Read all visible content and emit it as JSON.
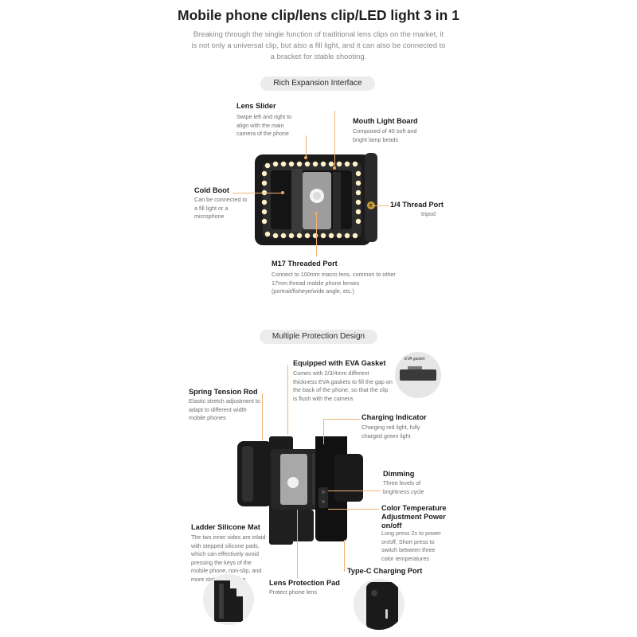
{
  "header": {
    "title": "Mobile phone clip/lens clip/LED light 3 in 1",
    "description": "Breaking through the single function of traditional lens clips on the market, it is not only a universal clip, but also a fill light, and it can also be connected to a bracket for stable shooting."
  },
  "section1": {
    "title": "Rich Expansion Interface",
    "callouts": {
      "lens_slider": {
        "title": "Lens Slider",
        "desc": "Swipe left and right to align with the main camera of the phone"
      },
      "mouth_light": {
        "title": "Mouth Light Board",
        "desc": "Composed of 40 soft and bright lamp beads"
      },
      "cold_boot": {
        "title": "Cold Boot",
        "desc": "Can be connected to a fill light or a microphone"
      },
      "thread_port": {
        "title": "1/4 Thread Port",
        "desc": "tripod"
      },
      "m17": {
        "title": "M17 Threaded Port",
        "desc": "Connect to 100mm macro lens, common to other 17mm thread mobile phone lenses (portrait/fisheye/wide angle, etc.)"
      }
    }
  },
  "section2": {
    "title": "Multiple Protection Design",
    "callouts": {
      "eva": {
        "title": "Equipped with EVA Gasket",
        "desc": "Comes with 2/3/4mm different thickness EVA gaskets to fill the gap on the back of the phone, so that the clip is flush with the camera"
      },
      "eva_inset_label": "EVA gasket",
      "spring": {
        "title": "Spring Tension Rod",
        "desc": "Elastic stretch adjustment to adapt to different width mobile phones"
      },
      "charging": {
        "title": "Charging Indicator",
        "desc": "Charging red light, fully charged green light"
      },
      "dimming": {
        "title": "Dimming",
        "desc": "Three levels of brightness cycle"
      },
      "color_temp": {
        "title": "Color Temperature Adjustment Power on/off",
        "desc": "Long press 2s to power on/off, Short press to switch between three color temperatures"
      },
      "ladder": {
        "title": "Ladder Silicone Mat",
        "desc": "The two inner sides are inlaid with stepped silicone pads, which can effectively avoid pressing the keys of the mobile phone, non-slip, and more stable clamping"
      },
      "typec": {
        "title": "Type-C Charging Port",
        "desc": ""
      },
      "lens_pad": {
        "title": "Lens Protection Pad",
        "desc": "Protect phone lens"
      }
    }
  },
  "colors": {
    "accent": "#f0a864",
    "led": "#fff1c4",
    "device": "#1c1c1c"
  }
}
